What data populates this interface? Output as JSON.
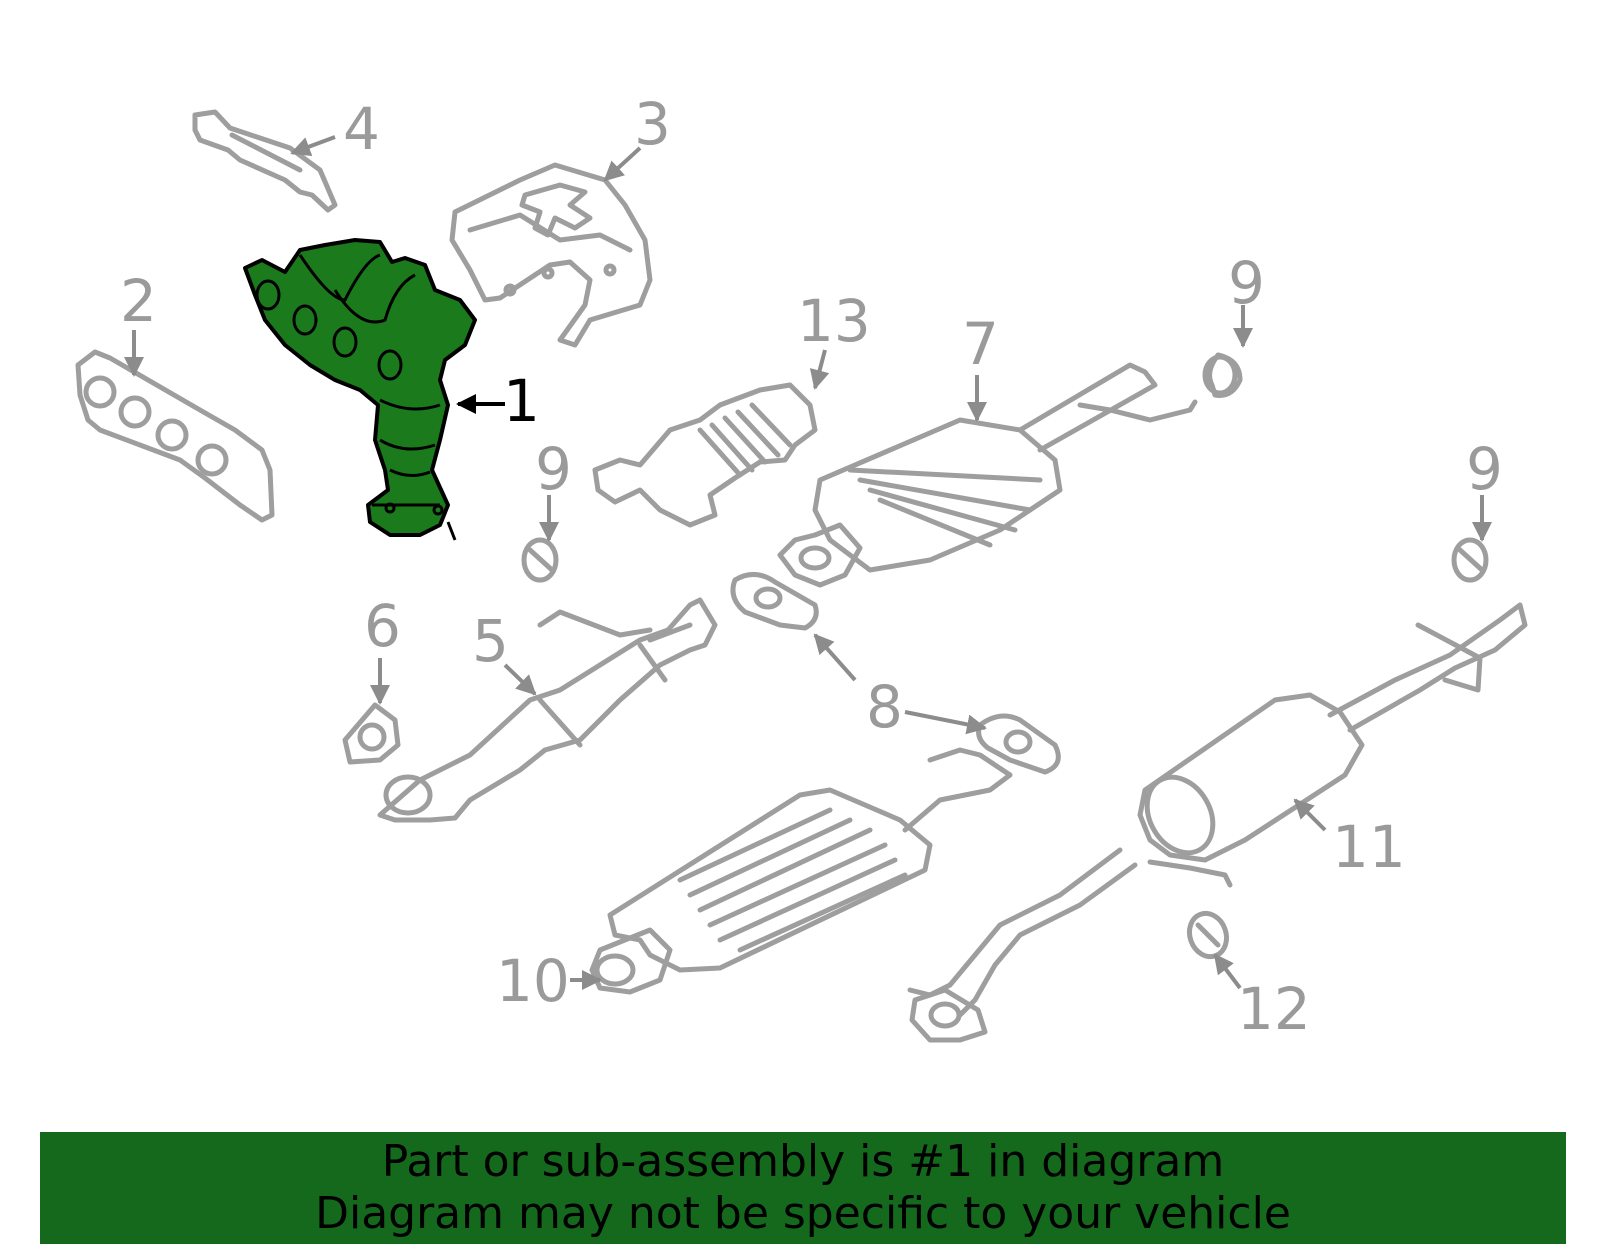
{
  "callouts": [
    {
      "id": "1",
      "label": "1",
      "highlighted": true
    },
    {
      "id": "2",
      "label": "2"
    },
    {
      "id": "3",
      "label": "3"
    },
    {
      "id": "4",
      "label": "4"
    },
    {
      "id": "5",
      "label": "5"
    },
    {
      "id": "6",
      "label": "6"
    },
    {
      "id": "7",
      "label": "7"
    },
    {
      "id": "8",
      "label": "8"
    },
    {
      "id": "9a",
      "label": "9"
    },
    {
      "id": "9b",
      "label": "9"
    },
    {
      "id": "9c",
      "label": "9"
    },
    {
      "id": "10",
      "label": "10"
    },
    {
      "id": "11",
      "label": "11"
    },
    {
      "id": "12",
      "label": "12"
    },
    {
      "id": "13",
      "label": "13"
    }
  ],
  "banner": {
    "line1": "Part or sub-assembly is #1 in diagram",
    "line2": "Diagram may not be specific to your vehicle"
  },
  "colors": {
    "highlight_part": "#1b7a1b",
    "banner_bg": "#14691c",
    "line_art": "#9e9e9e"
  }
}
